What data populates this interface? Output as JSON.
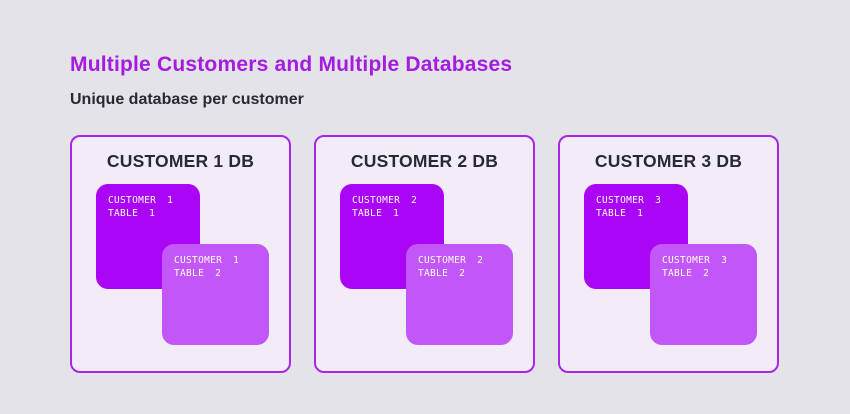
{
  "header": {
    "title": "Multiple Customers and Multiple Databases",
    "subtitle": "Unique database per customer"
  },
  "colors": {
    "page_bg": "#e4e3e8",
    "card_bg": "#f2ecf9",
    "card_border": "#a826e8",
    "title_color": "#a41ce0",
    "heading_color": "#2b2833",
    "table1_bg": "#aa05f5",
    "table2_bg": "#c356f7",
    "table_text": "#ffffff"
  },
  "cards": [
    {
      "title": "CUSTOMER 1 DB",
      "tables": [
        {
          "line1": "CUSTOMER 1",
          "line2": "TABLE 1"
        },
        {
          "line1": "CUSTOMER 1",
          "line2": "TABLE 2"
        }
      ]
    },
    {
      "title": "CUSTOMER 2 DB",
      "tables": [
        {
          "line1": "CUSTOMER 2",
          "line2": "TABLE 1"
        },
        {
          "line1": "CUSTOMER 2",
          "line2": "TABLE 2"
        }
      ]
    },
    {
      "title": "CUSTOMER 3 DB",
      "tables": [
        {
          "line1": "CUSTOMER 3",
          "line2": "TABLE 1"
        },
        {
          "line1": "CUSTOMER 3",
          "line2": "TABLE 2"
        }
      ]
    }
  ]
}
